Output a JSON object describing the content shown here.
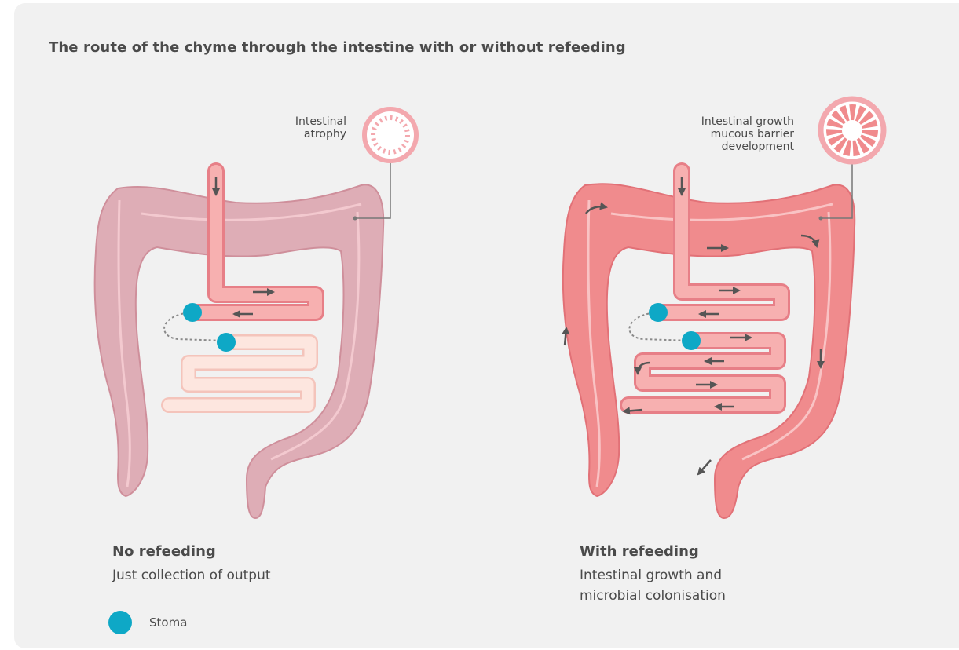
{
  "title": "The route of the chyme through the intestine with or without refeeding",
  "left_panel": {
    "callout": [
      "Intestinal",
      "atrophy"
    ],
    "heading": "No refeeding",
    "description": [
      "Just collection of output"
    ]
  },
  "right_panel": {
    "callout": [
      "Intestinal growth",
      "mucous barrier",
      "development"
    ],
    "heading": "With refeeding",
    "description": [
      "Intestinal growth and",
      "microbial colonisation"
    ]
  },
  "legend": {
    "label": "Stoma"
  },
  "colors": {
    "background": "#f1f1f1",
    "colon_atrophy": "#deadb6",
    "colon_healthy": "#f08b8d",
    "small_intestine_active": "#f7aeae",
    "small_intestine_inactive": "#fde5df",
    "stoma": "#0ea8c6",
    "arrow": "#555555"
  }
}
